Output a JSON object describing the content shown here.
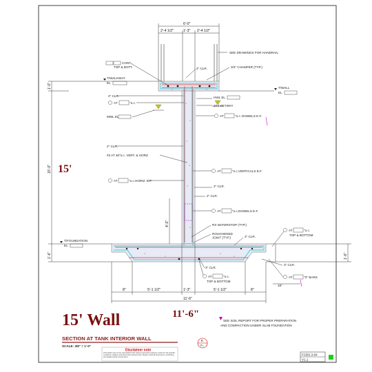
{
  "dimensions": {
    "top_total": "6'-0\"",
    "top_left": "2'-4 1/2\"",
    "top_mid": "1'-3\"",
    "top_right": "2'-4 1/2\"",
    "bot_left_8": "8\"",
    "bot_left": "5'-1 1/2\"",
    "bot_mid": "1'-3\"",
    "bot_right": "5'-1 1/2\"",
    "bot_right_8": "8\"",
    "bot_total": "11'-6\"",
    "left_height": "15'-0\"",
    "top_cap": "1'-0\"",
    "bot_slab": "1'-6\"",
    "small_h": "4'-0\"",
    "small_w": "18\"",
    "footing_w": "1'-6\""
  },
  "labels": {
    "handrail": "SEE DRAWINGS FOR HANDRAIL",
    "chamfer": "3/4\" CHAMFER (TYP.)",
    "cont_mark": "CONT.",
    "top_bott": "TOP & BOTT.",
    "clr2_top": "2\" CLR.",
    "walkway": "T/WALKWAY",
    "el": "EL",
    "twall": "T/WALL",
    "clr2_left": "2\" CLR.",
    "at": "AT",
    "oc": "\"o.c.",
    "hwl_el": "HWL EL",
    "keyway": "2X4 KEYWAY",
    "mwl_el": "MWL EL",
    "dowels_ef": "DOWELS E.F.",
    "clr2_mid": "2\" CLR.",
    "bar3_48": "#3 AT 48\"o.c. VERT. & HORZ",
    "verticals_ef": "VERTICALS E.F.",
    "horiz_ef": "HORIZ. E.F.",
    "clr2_b": "2\" CLR.",
    "dowels_ef_2": "DOWELS E.F.",
    "waterstop": "RX WATERSTOP (TYP.)",
    "roughened": "ROUGHENED\nJOINT (TYP.)",
    "clr2_slab": "2\" CLR.",
    "top_bottom_r": "TOP & BOTTOM",
    "foundation": "T/FOUNDATION",
    "clr3_r": "3\" CLR.",
    "bars": "\"Z\" BARS",
    "clr3_m": "3\" CLR.",
    "top_bottom_m": "TOP & BOTTOM",
    "soil_note_1": "SEE SOIL REPORT FOR PROPER PREPARATION",
    "soil_note_2": "AND COMPACTION UNDER SLAB FOUNDATION"
  },
  "text": {
    "big_15": "15'",
    "title_big": "15' Wall",
    "span_big": "11'-6\"",
    "section_title": "SECTION AT TANK INTERIOR WALL",
    "scale": "SCALE: 3/8\" = 1'-0\"",
    "disclaimer_title": "Disclaimer note",
    "disclaimer_body": "This detail must not be used without first having a licensed engineer review for site specific conditions, loading, and local code requirements. Please verify all dimensions, reinforcing and details before construction.",
    "sheet_id": "FCBS.3-04",
    "rev": "V1.1",
    "section_callout_top": "E",
    "section_callout_bot": "F₂"
  },
  "colors": {
    "concrete": "#e8eaf6",
    "rebar": "#e06060",
    "cover": "#00c8c8",
    "marker": "#c000c0",
    "title": "#8b1a1a",
    "status": "#22cc22"
  }
}
